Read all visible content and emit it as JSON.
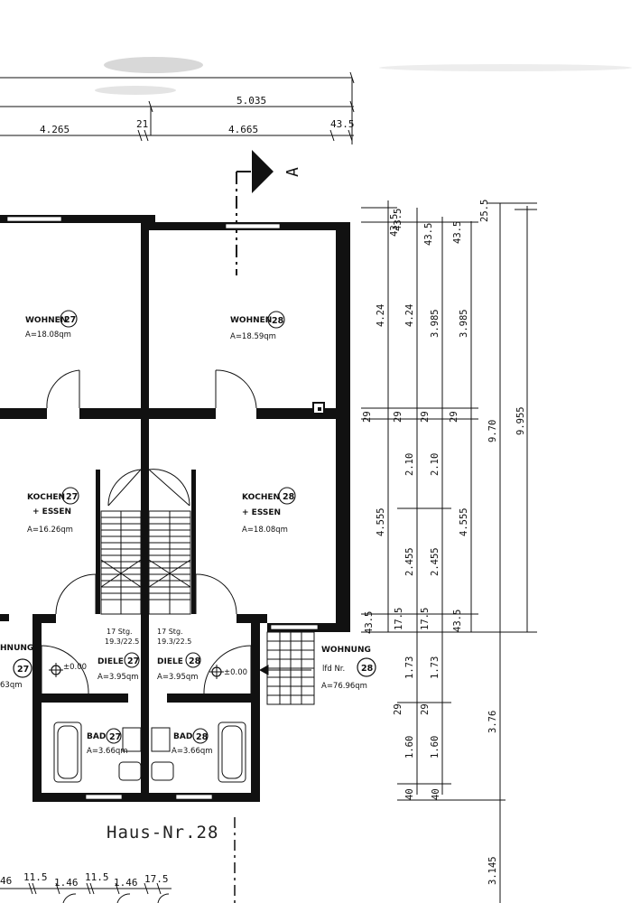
{
  "section_marker": "A",
  "house_label": "Haus-Nr.28",
  "top_dimensions": {
    "row1": [
      "5.035"
    ],
    "row2": [
      "4.265",
      "21",
      "4.665",
      "43.5"
    ]
  },
  "bottom_dimensions": [
    "46",
    "11.5",
    "1.46",
    "11.5",
    "1.46",
    "17.5"
  ],
  "rooms": {
    "wohnen_27": {
      "name": "WOHNEN",
      "num": "27",
      "area": "A=18.08qm"
    },
    "wohnen_28": {
      "name": "WOHNEN",
      "num": "28",
      "area": "A=18.59qm"
    },
    "kochen_27": {
      "name": "KOCHEN",
      "num": "27",
      "sub": "+ ESSEN",
      "area": "A=16.26qm"
    },
    "kochen_28": {
      "name": "KOCHEN",
      "num": "28",
      "sub": "+ ESSEN",
      "area": "A=18.08qm"
    },
    "diele_27": {
      "name": "DIELE",
      "num": "27",
      "area": "A=3.95qm"
    },
    "diele_28": {
      "name": "DIELE",
      "num": "28",
      "area": "A=3.95qm"
    },
    "bad_27": {
      "name": "BAD",
      "num": "27",
      "area": "A=3.66qm"
    },
    "bad_28": {
      "name": "BAD",
      "num": "28",
      "area": "A=3.66qm"
    }
  },
  "stairs": {
    "left": {
      "line1": "17 Stg.",
      "line2": "19.3/22.5"
    },
    "right": {
      "line1": "17 Stg.",
      "line2": "19.3/22.5"
    }
  },
  "levels": {
    "left": "±0.00",
    "right": "±0.00"
  },
  "wohnung_left": {
    "name": "HNUNG",
    "num": "27",
    "area": "63qm"
  },
  "wohnung_right": {
    "name": "WOHNUNG",
    "sub": "lfd Nr.",
    "num": "28",
    "area": "A=76.96qm"
  },
  "vertical_dimensions": {
    "col1": [
      "43.5",
      "4.24",
      "29",
      "4.555",
      "43.5"
    ],
    "col2": [
      "43.5",
      "4.24",
      "29",
      "2.10",
      "2.455",
      "17.5",
      "1.73",
      "29",
      "1.60",
      "40"
    ],
    "col3": [
      "43.5",
      "3.985",
      "29",
      "2.10",
      "2.455",
      "17.5",
      "1.73",
      "29",
      "1.60",
      "40"
    ],
    "col4": [
      "43.5",
      "3.985",
      "29",
      "4.555",
      "43.5"
    ],
    "col5": [
      "25.5",
      "9.70",
      "3.76",
      "3.145"
    ],
    "col6": [
      "9.955"
    ]
  }
}
